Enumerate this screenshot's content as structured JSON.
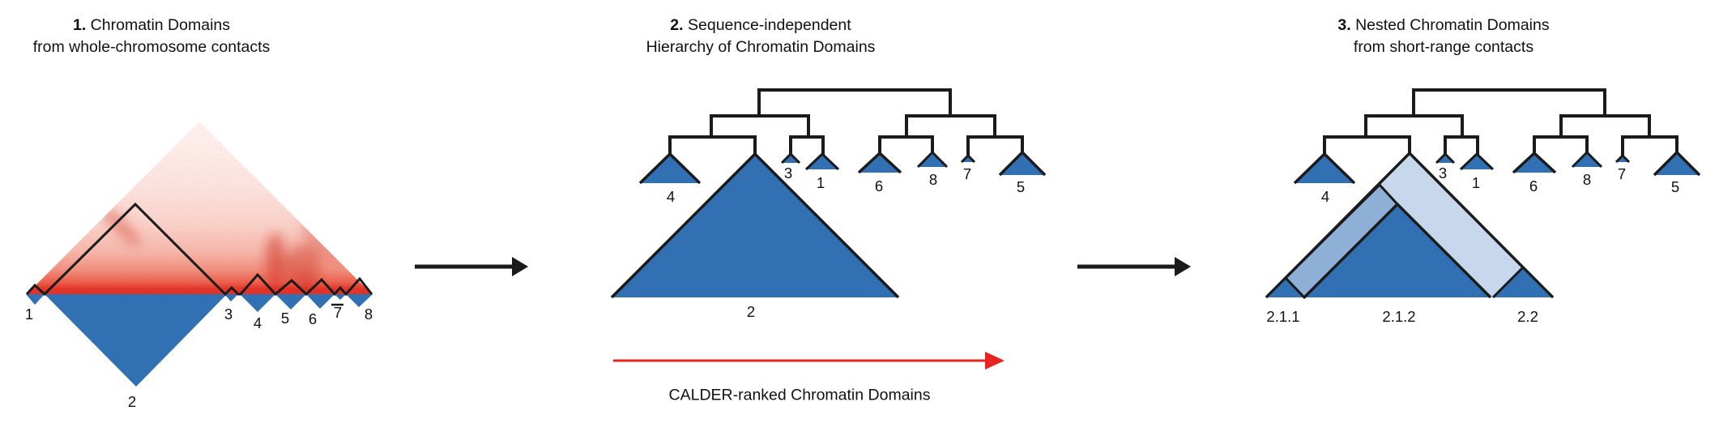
{
  "titles": [
    {
      "number": "1.",
      "line1": "Chromatin Domains",
      "line2": "from whole-chromosome contacts"
    },
    {
      "number": "2.",
      "line1": "Sequence-independent",
      "line2": "Hierarchy of Chromatin Domains"
    },
    {
      "number": "3.",
      "line1": "Nested Chromatin Domains",
      "line2": "from short-range contacts"
    }
  ],
  "panel1": {
    "labels": [
      "1",
      "2",
      "3",
      "4",
      "5",
      "6",
      "7",
      "8"
    ]
  },
  "panel2": {
    "labels": [
      "4",
      "2",
      "3",
      "1",
      "6",
      "8",
      "7",
      "5"
    ]
  },
  "panel3": {
    "leaf_labels": [
      "4",
      "3",
      "1",
      "6",
      "8",
      "7",
      "5"
    ],
    "nested_labels": [
      "2.1.1",
      "2.1.2",
      "2.2"
    ]
  },
  "caption": "CALDER-ranked Chromatin Domains",
  "colors": {
    "domain_blue": "#3270b4",
    "medium_blue": "#8fb0d6",
    "light_blue": "#c7d7ec",
    "line_black": "#1b1b1b",
    "arrow_red": "#e8231f",
    "heat_red": "#df2b21"
  }
}
